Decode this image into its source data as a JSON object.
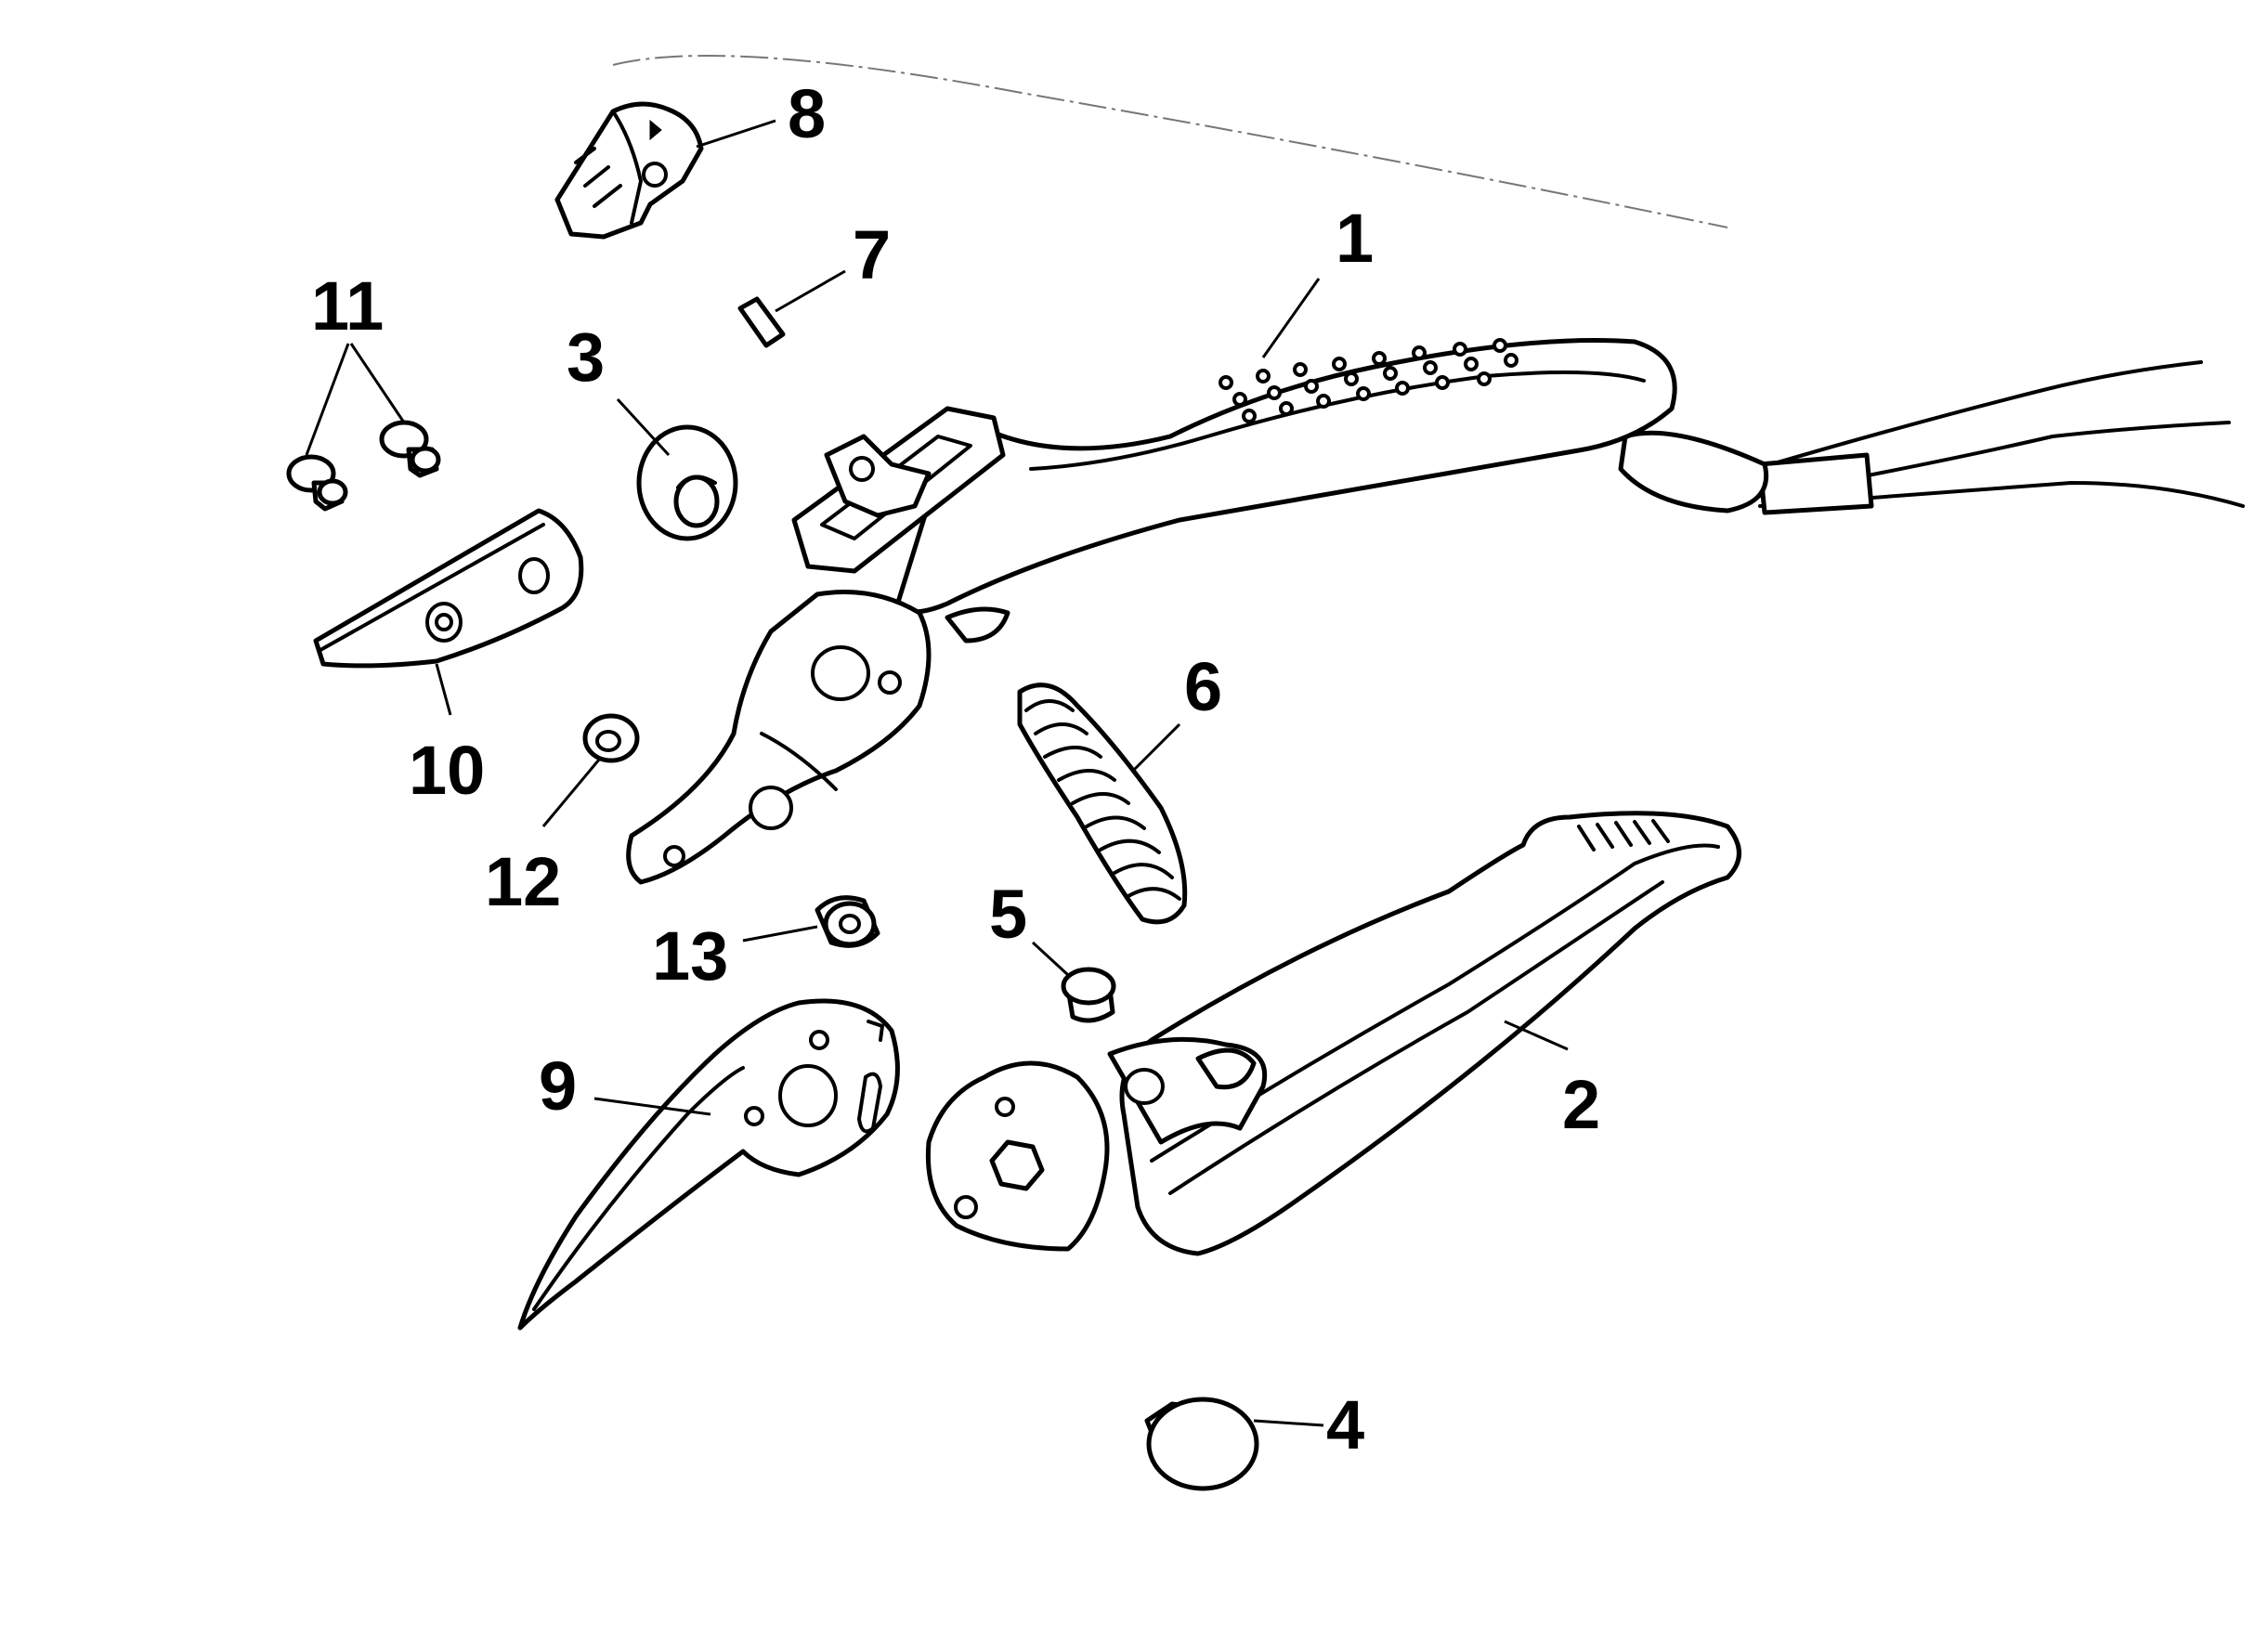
{
  "diagram": {
    "callouts": [
      {
        "id": "part-1",
        "label": "1"
      },
      {
        "id": "part-2",
        "label": "2"
      },
      {
        "id": "part-3",
        "label": "3"
      },
      {
        "id": "part-4",
        "label": "4"
      },
      {
        "id": "part-5",
        "label": "5"
      },
      {
        "id": "part-6",
        "label": "6"
      },
      {
        "id": "part-7",
        "label": "7"
      },
      {
        "id": "part-8",
        "label": "8"
      },
      {
        "id": "part-9",
        "label": "9"
      },
      {
        "id": "part-10",
        "label": "10"
      },
      {
        "id": "part-11",
        "label": "11"
      },
      {
        "id": "part-12",
        "label": "12"
      },
      {
        "id": "part-13",
        "label": "13"
      }
    ]
  }
}
